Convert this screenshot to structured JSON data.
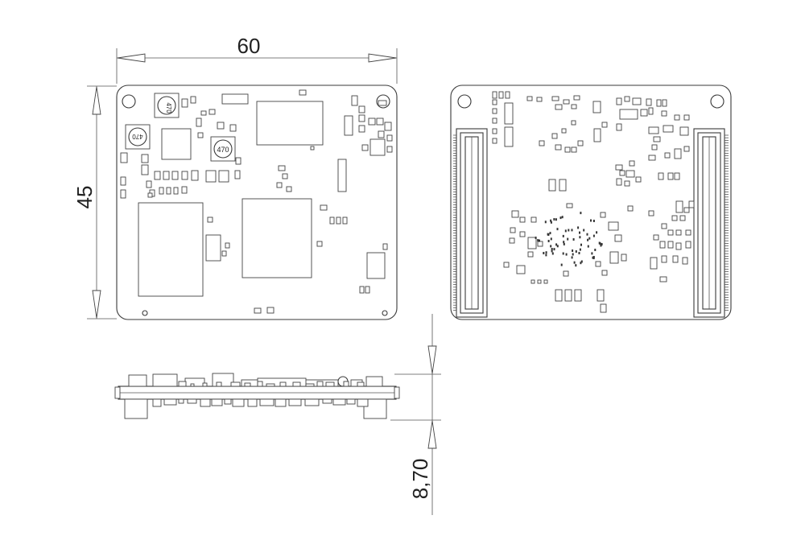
{
  "drawing": {
    "width_label": "60",
    "height_label": "45",
    "thickness_label": "8,70",
    "potentiometer_label": "470"
  }
}
